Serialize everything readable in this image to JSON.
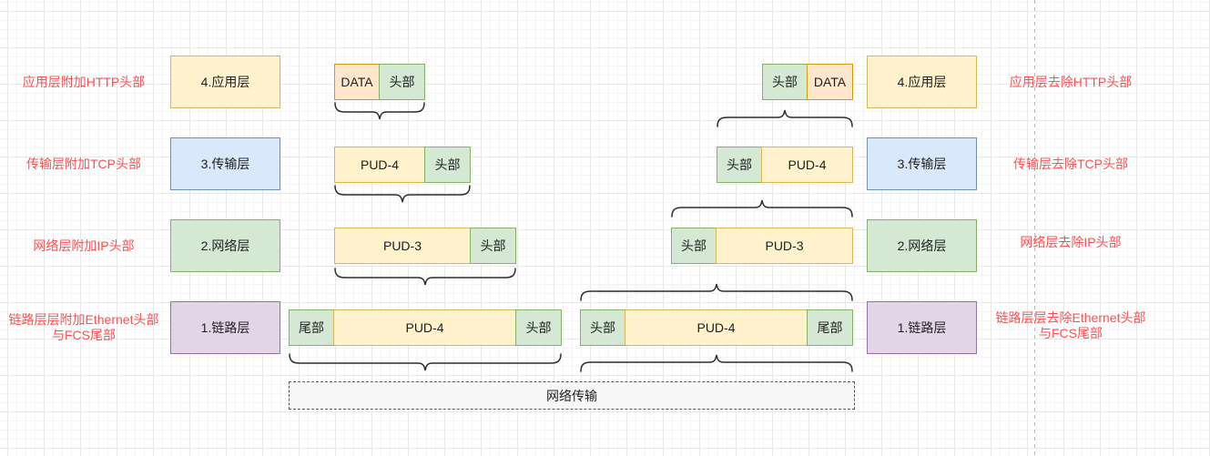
{
  "diagram": {
    "title_context": "network-encapsulation-diagram",
    "left_annotations": [
      {
        "text": "应用层附加HTTP头部"
      },
      {
        "text": "传输层附加TCP头部"
      },
      {
        "text": "网络层附加IP头部"
      },
      {
        "text": "链路层层附加Ethernet头部\n与FCS尾部"
      }
    ],
    "right_annotations": [
      {
        "text": "应用层去除HTTP头部"
      },
      {
        "text": "传输层去除TCP头部"
      },
      {
        "text": "网络层去除IP头部"
      },
      {
        "text": "链路层层去除Ethernet头部\n与FCS尾部"
      }
    ],
    "sender_layers": [
      {
        "label": "4.应用层"
      },
      {
        "label": "3.传输层"
      },
      {
        "label": "2.网络层"
      },
      {
        "label": "1.链路层"
      }
    ],
    "receiver_layers": [
      {
        "label": "4.应用层"
      },
      {
        "label": "3.传输层"
      },
      {
        "label": "2.网络层"
      },
      {
        "label": "1.链路层"
      }
    ],
    "sender_packets": [
      {
        "segments": [
          {
            "label": "DATA"
          },
          {
            "label": "头部"
          }
        ]
      },
      {
        "segments": [
          {
            "label": "PUD-4"
          },
          {
            "label": "头部"
          }
        ]
      },
      {
        "segments": [
          {
            "label": "PUD-3"
          },
          {
            "label": "头部"
          }
        ]
      },
      {
        "segments": [
          {
            "label": "尾部"
          },
          {
            "label": "PUD-4"
          },
          {
            "label": "头部"
          }
        ]
      }
    ],
    "receiver_packets": [
      {
        "segments": [
          {
            "label": "头部"
          },
          {
            "label": "DATA"
          }
        ]
      },
      {
        "segments": [
          {
            "label": "头部"
          },
          {
            "label": "PUD-4"
          }
        ]
      },
      {
        "segments": [
          {
            "label": "头部"
          },
          {
            "label": "PUD-3"
          }
        ]
      },
      {
        "segments": [
          {
            "label": "头部"
          },
          {
            "label": "PUD-4"
          },
          {
            "label": "尾部"
          }
        ]
      }
    ],
    "transmission": {
      "label": "网络传输"
    },
    "colors": {
      "annotation_red": "#fa5151",
      "yellow_fill": "#fff2cc",
      "yellow_border": "#d6b656",
      "blue_fill": "#dae8fc",
      "blue_border": "#6c8ebf",
      "green_fill": "#d5e8d4",
      "green_border": "#82b366",
      "purple_fill": "#e1d5e7",
      "purple_border": "#9673a6",
      "orange_fill": "#ffe6cc",
      "orange_border": "#d79b00"
    }
  }
}
